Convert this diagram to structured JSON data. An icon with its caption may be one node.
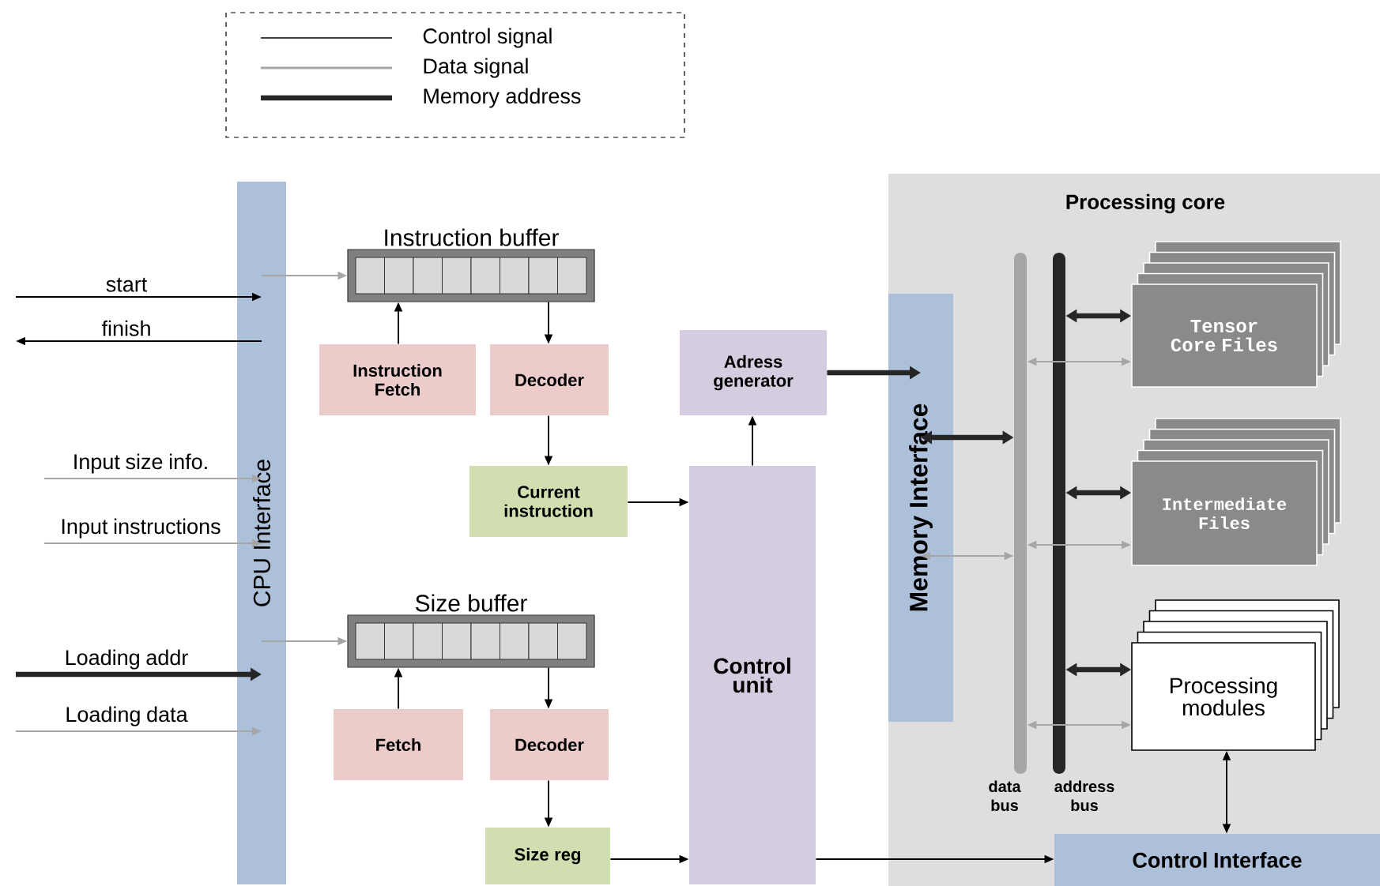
{
  "diagram": {
    "nodes": [
      {
        "text": [
          "CPU Interface"
        ]
      },
      {
        "text": [
          "Instruction buffer"
        ]
      },
      {
        "text": [
          "Instruction Fetch"
        ]
      },
      {
        "text": [
          "Decoder"
        ]
      },
      {
        "text": [
          "Current instruction"
        ]
      },
      {
        "text": [
          "Size buffer"
        ]
      },
      {
        "text": [
          "Fetch"
        ]
      },
      {
        "text": [
          "Decoder"
        ]
      },
      {
        "text": [
          "Size reg"
        ]
      },
      {
        "text": [
          "Adress generator"
        ]
      },
      {
        "text": [
          "Control unit"
        ]
      },
      {
        "text": [
          "Processing core"
        ]
      },
      {
        "text": [
          "Memory Interface"
        ],
        "in": 11
      },
      {
        "text": [
          "data bus"
        ],
        "in": 11
      },
      {
        "text": [
          "address bus"
        ],
        "in": 11
      },
      {
        "text": [
          "Tensor Core Files"
        ],
        "in": 11
      },
      {
        "text": [
          "Intermediate Files"
        ],
        "in": 11
      },
      {
        "text": [
          "Processing modules"
        ],
        "in": 11
      },
      {
        "text": [
          "Control Interface"
        ],
        "in": 11
      }
    ],
    "edges": [
      {
        "from": null,
        "to": 0,
        "arrow": "to",
        "label": "start"
      },
      {
        "from": 0,
        "to": null,
        "arrow": "to",
        "label": "finish"
      },
      {
        "from": null,
        "to": 0,
        "arrow": "to",
        "label": "Input size info.",
        "color": "#a6a6a6"
      },
      {
        "from": null,
        "to": 0,
        "arrow": "to",
        "label": "Input instructions",
        "color": "#a6a6a6"
      },
      {
        "from": null,
        "to": 0,
        "arrow": "to",
        "label": "Loading addr",
        "style": "thick",
        "color": "#262626"
      },
      {
        "from": null,
        "to": 0,
        "arrow": "to",
        "label": "Loading data",
        "color": "#a6a6a6"
      },
      {
        "from": 0,
        "to": 1,
        "arrow": "to",
        "color": "#a6a6a6"
      },
      {
        "from": 2,
        "to": 1,
        "arrow": "to"
      },
      {
        "from": 1,
        "to": 3,
        "arrow": "to"
      },
      {
        "from": 3,
        "to": 4,
        "arrow": "to"
      },
      {
        "from": 4,
        "to": 10,
        "arrow": "to"
      },
      {
        "from": 0,
        "to": 5,
        "arrow": "to",
        "color": "#a6a6a6"
      },
      {
        "from": 6,
        "to": 5,
        "arrow": "to"
      },
      {
        "from": 5,
        "to": 7,
        "arrow": "to"
      },
      {
        "from": 7,
        "to": 8,
        "arrow": "to"
      },
      {
        "from": 8,
        "to": 10,
        "arrow": "to"
      },
      {
        "from": 10,
        "to": 9,
        "arrow": "to"
      },
      {
        "from": 9,
        "to": 12,
        "arrow": "to",
        "style": "thick",
        "color": "#262626"
      },
      {
        "from": 10,
        "to": 18,
        "arrow": "to"
      },
      {
        "from": 12,
        "to": 13,
        "arrow": "both",
        "style": "thick",
        "color": "#262626"
      },
      {
        "from": 12,
        "to": 13,
        "arrow": "both",
        "color": "#a6a6a6"
      },
      {
        "from": 14,
        "to": 15,
        "arrow": "both",
        "style": "thick",
        "color": "#262626"
      },
      {
        "from": 13,
        "to": 15,
        "arrow": "both",
        "color": "#a6a6a6"
      },
      {
        "from": 14,
        "to": 16,
        "arrow": "both",
        "style": "thick",
        "color": "#262626"
      },
      {
        "from": 13,
        "to": 16,
        "arrow": "both",
        "color": "#a6a6a6"
      },
      {
        "from": 14,
        "to": 17,
        "arrow": "both",
        "style": "thick",
        "color": "#262626"
      },
      {
        "from": 13,
        "to": 17,
        "arrow": "both",
        "color": "#a6a6a6"
      },
      {
        "from": 17,
        "to": 18,
        "arrow": "both"
      }
    ],
    "legend": [
      {
        "text": "Control signal"
      },
      {
        "text": "Data signal"
      },
      {
        "text": "Memory address"
      }
    ]
  }
}
